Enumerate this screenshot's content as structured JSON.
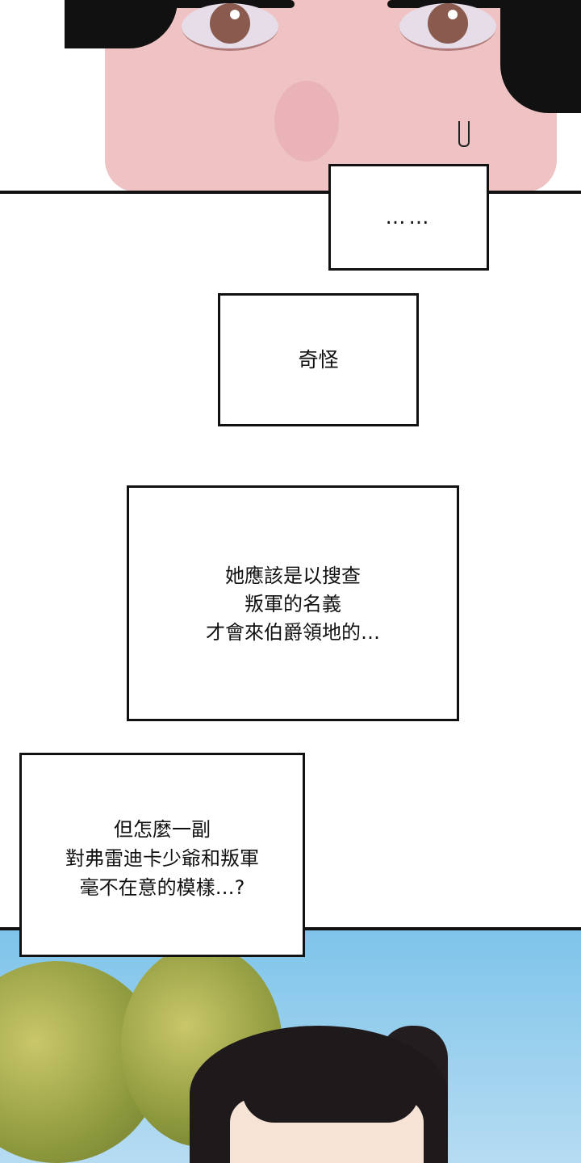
{
  "captions": [
    {
      "text": "……"
    },
    {
      "text": "奇怪"
    },
    {
      "text": "她應該是以搜查\n叛軍的名義\n才會來伯爵領地的…"
    },
    {
      "text": "但怎麼一副\n對弗雷迪卡少爺和叛軍\n毫不在意的模樣…?"
    }
  ],
  "colors": {
    "skin": "#efc3c3",
    "sky": "#7ec4ea",
    "border": "#111111"
  }
}
